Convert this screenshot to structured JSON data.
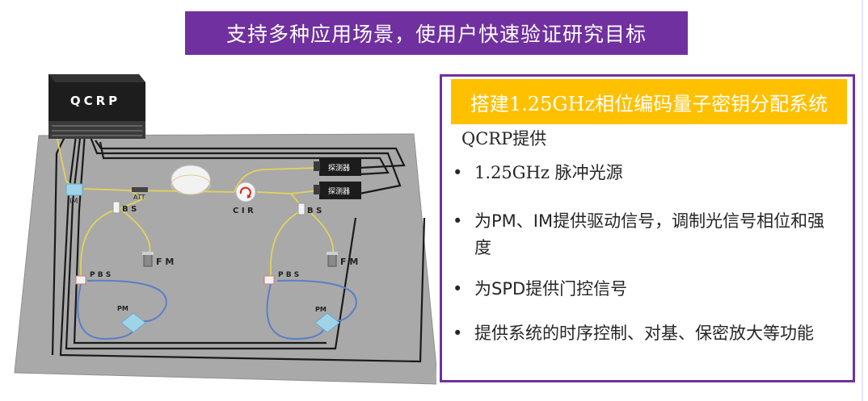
{
  "banner": {
    "text": "支持多种应用场景，使用户快速验证研究目标"
  },
  "panel": {
    "title": "搭建1.25GHz相位编码量子密钥分配系统",
    "provider": "QCRP提供",
    "bullets": [
      {
        "marker": "•",
        "text": "1.25GHz  脉冲光源"
      },
      {
        "marker": "•",
        "text": "为PM、IM提供驱动信号，调制光信号相位和强度"
      },
      {
        "marker": "•",
        "text": "为SPD提供门控信号"
      },
      {
        "marker": "•",
        "text": "提供系统的时序控制、对基、保密放大等功能"
      }
    ]
  },
  "diagram": {
    "device_label": "QCRP",
    "im": "IM",
    "att": "ATT",
    "bs_left": "B S",
    "bs_right": "B S",
    "cir": "C I R",
    "fm_left": "F M",
    "fm_right": "F M",
    "pbs_left": "P B S",
    "pbs_right": "P B S",
    "pm_left": "PM",
    "pm_right": "PM",
    "detector_1": "探测器",
    "detector_2": "探测器"
  },
  "colors": {
    "banner_bg": "#7030a0",
    "title_bg": "#ffc000",
    "box_border": "#7030a0",
    "fiber_yellow": "#e6d85a",
    "fiber_blue": "#5b7fc7",
    "board_gray": "#a6a6a6"
  }
}
